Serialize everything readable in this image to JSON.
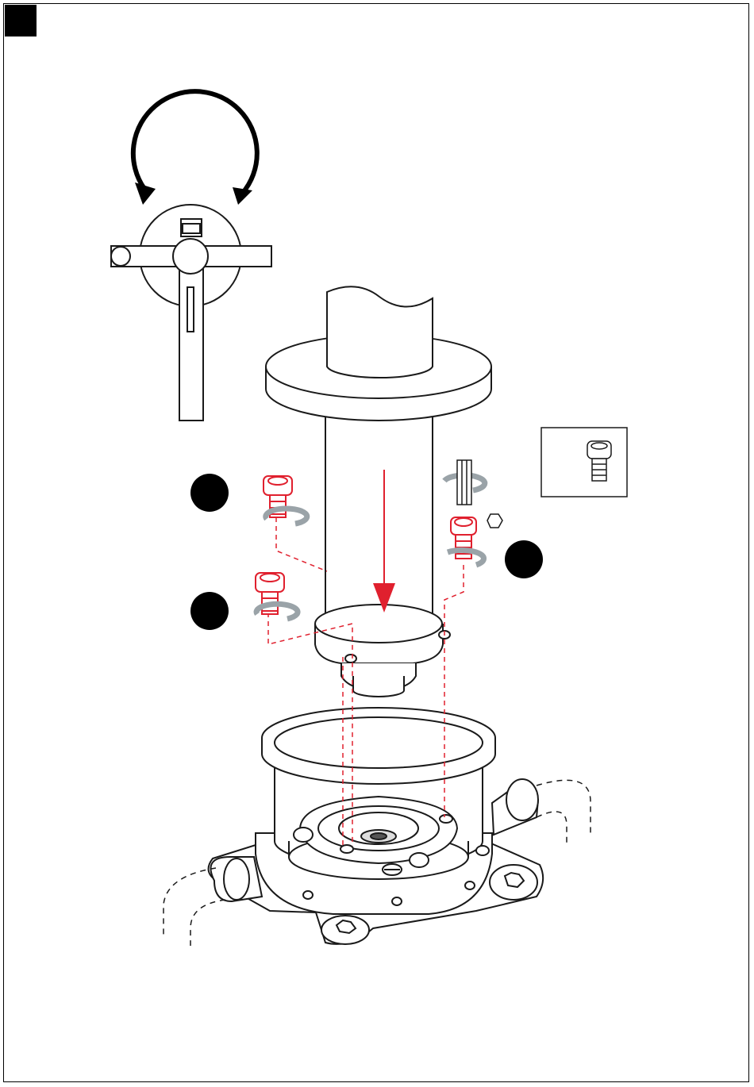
{
  "page": {
    "step_number": "",
    "colors": {
      "line": "#1a1a1a",
      "part_fill": "#ffffff",
      "accent_red": "#e0202e",
      "arrow_grey": "#9aa3a8",
      "badge": "#000000"
    }
  },
  "icons": {
    "rotate_handle": "rotate-arrows-icon",
    "screw": "hex-socket-screw-icon",
    "hex_key": "hex-key-icon",
    "hexagon": "hexagon-icon",
    "down_arrow": "insert-down-arrow-icon"
  },
  "badges": [
    {
      "name": "step-badge-1",
      "label": ""
    },
    {
      "name": "step-badge-2",
      "label": ""
    },
    {
      "name": "step-badge-3",
      "label": ""
    }
  ],
  "inset": {
    "label": ""
  }
}
